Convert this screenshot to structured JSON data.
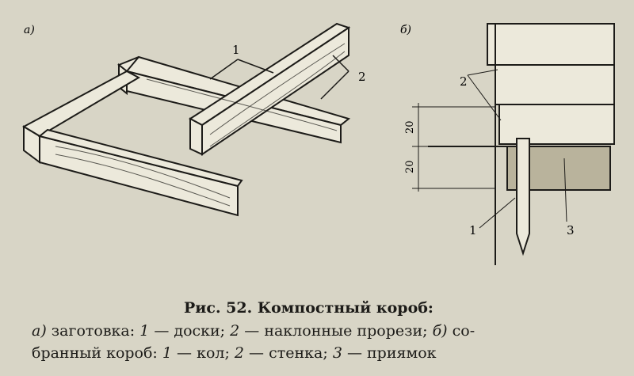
{
  "figure": {
    "panel_a_label": "а)",
    "panel_b_label": "б)",
    "panel_a_callouts": [
      "1",
      "2"
    ],
    "panel_b_callouts": [
      "2",
      "1",
      "3"
    ],
    "dimensions": [
      "20",
      "20"
    ]
  },
  "caption": {
    "title": "Рис. 52. Компостный короб:",
    "a_marker": "а)",
    "a_text": "заготовка:",
    "a_n1": "1",
    "a_t1": "— доски;",
    "a_n2": "2",
    "a_t2": "— наклонные прорези;",
    "b_marker": "б)",
    "b_text_1": "со-",
    "b_text_2": "бранный короб:",
    "b_n1": "1",
    "b_t1": "— кол;",
    "b_n2": "2",
    "b_t2": "— стенка;",
    "b_n3": "3",
    "b_t3": "— приямок"
  }
}
